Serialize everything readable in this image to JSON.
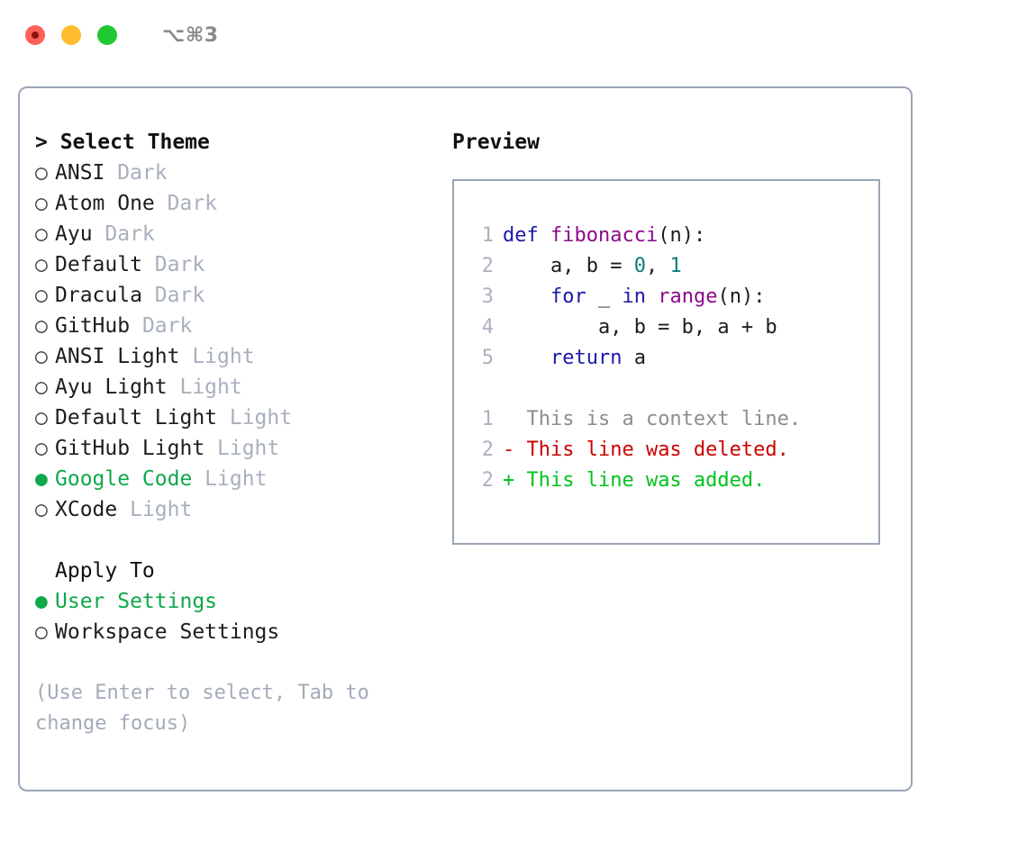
{
  "titlebar": {
    "shortcut": "⌥⌘3",
    "buttons": [
      {
        "name": "close",
        "color": "#ff6058"
      },
      {
        "name": "minimize",
        "color": "#ffbd2e"
      },
      {
        "name": "maximize",
        "color": "#20c933"
      }
    ]
  },
  "theme_section": {
    "header": "> Select Theme",
    "items": [
      {
        "bullet": "○",
        "label": "ANSI",
        "tag": "Dark",
        "selected": false
      },
      {
        "bullet": "○",
        "label": "Atom One",
        "tag": "Dark",
        "selected": false
      },
      {
        "bullet": "○",
        "label": "Ayu",
        "tag": "Dark",
        "selected": false
      },
      {
        "bullet": "○",
        "label": "Default",
        "tag": "Dark",
        "selected": false
      },
      {
        "bullet": "○",
        "label": "Dracula",
        "tag": "Dark",
        "selected": false
      },
      {
        "bullet": "○",
        "label": "GitHub",
        "tag": "Dark",
        "selected": false
      },
      {
        "bullet": "○",
        "label": "ANSI Light",
        "tag": "Light",
        "selected": false
      },
      {
        "bullet": "○",
        "label": "Ayu Light",
        "tag": "Light",
        "selected": false
      },
      {
        "bullet": "○",
        "label": "Default Light",
        "tag": "Light",
        "selected": false
      },
      {
        "bullet": "○",
        "label": "GitHub Light",
        "tag": "Light",
        "selected": false
      },
      {
        "bullet": "●",
        "label": "Google Code",
        "tag": "Light",
        "selected": true
      },
      {
        "bullet": "○",
        "label": "XCode",
        "tag": "Light",
        "selected": false
      }
    ]
  },
  "apply_section": {
    "header": "Apply To",
    "items": [
      {
        "bullet": "●",
        "label": "User Settings",
        "selected": true
      },
      {
        "bullet": "○",
        "label": "Workspace Settings",
        "selected": false
      }
    ]
  },
  "help": {
    "text": "(Use Enter to select, Tab to change focus)"
  },
  "preview": {
    "title": "Preview",
    "code_lines": [
      {
        "num": "1",
        "tokens": [
          {
            "t": "def ",
            "c": "kw"
          },
          {
            "t": "fibonacci",
            "c": "fn"
          },
          {
            "t": "(n):",
            "c": "punc"
          }
        ]
      },
      {
        "num": "2",
        "tokens": [
          {
            "t": "    a, b = ",
            "c": "txt"
          },
          {
            "t": "0",
            "c": "num"
          },
          {
            "t": ", ",
            "c": "txt"
          },
          {
            "t": "1",
            "c": "num"
          }
        ]
      },
      {
        "num": "3",
        "tokens": [
          {
            "t": "    ",
            "c": "txt"
          },
          {
            "t": "for",
            "c": "kw"
          },
          {
            "t": " _ ",
            "c": "txt"
          },
          {
            "t": "in",
            "c": "kw"
          },
          {
            "t": " ",
            "c": "txt"
          },
          {
            "t": "range",
            "c": "fn"
          },
          {
            "t": "(n):",
            "c": "punc"
          }
        ]
      },
      {
        "num": "4",
        "tokens": [
          {
            "t": "        a, b = b, a + b",
            "c": "txt"
          }
        ]
      },
      {
        "num": "5",
        "tokens": [
          {
            "t": "    ",
            "c": "txt"
          },
          {
            "t": "return",
            "c": "kw"
          },
          {
            "t": " a",
            "c": "txt"
          }
        ]
      }
    ],
    "diff_lines": [
      {
        "num": "1",
        "marker": " ",
        "text": " This is a context line.",
        "kind": "ctx"
      },
      {
        "num": "2",
        "marker": "-",
        "text": " This line was deleted.",
        "kind": "del"
      },
      {
        "num": "2",
        "marker": "+",
        "text": " This line was added.",
        "kind": "add"
      }
    ]
  },
  "colors": {
    "accent_green": "#0fa84a",
    "diff_add": "#00c21f",
    "diff_delete": "#cc0000",
    "border": "#9aa5b5",
    "muted": "#a8b0bd",
    "keyword": "#1a1aa8",
    "function": "#8b0a8b",
    "number": "#0c7b7b"
  }
}
